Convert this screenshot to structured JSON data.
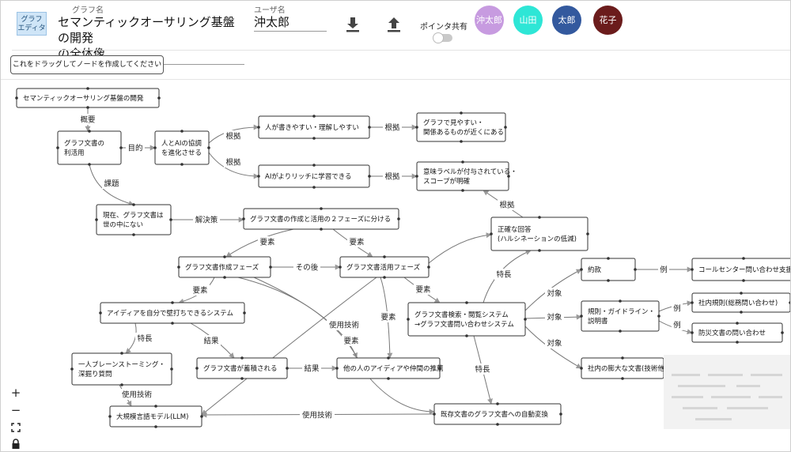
{
  "app": {
    "logo_line1": "グラフ",
    "logo_line2": "エディタ",
    "graph_name_caption": "グラフ名",
    "graph_title_line1": "セマンティックオーサリング基盤の開発",
    "graph_title_line2": "の全体像",
    "user_caption": "ユーザ名",
    "user_name": "沖太郎",
    "download_icon": "download-icon",
    "upload_icon": "upload-icon",
    "pointer_share_label": "ポインタ共有",
    "pointer_share_on": false,
    "drag_button_label": "これをドラッグしてノードを作成してください"
  },
  "users": [
    {
      "name": "沖太郎",
      "color": "#c79be0"
    },
    {
      "name": "山田",
      "color": "#2ee6d6"
    },
    {
      "name": "太郎",
      "color": "#33599e"
    },
    {
      "name": "花子",
      "color": "#6b1c1c"
    }
  ],
  "controls": {
    "zoom_in": "+",
    "zoom_out": "−",
    "fit_icon": "fit-view-icon",
    "lock_icon": "lock-icon"
  },
  "graph": {
    "nodes": [
      {
        "id": "n1",
        "lines": [
          "セマンティックオーサリング基盤の開発"
        ]
      },
      {
        "id": "n2",
        "lines": [
          "グラフ文書の",
          "利活用"
        ]
      },
      {
        "id": "n3",
        "lines": [
          "人とAIの協調",
          "を進化させる"
        ]
      },
      {
        "id": "n4",
        "lines": [
          "人が書きやすい・理解しやすい"
        ]
      },
      {
        "id": "n5",
        "lines": [
          "グラフで見やすい・",
          "関係あるものが近くにある"
        ]
      },
      {
        "id": "n6",
        "lines": [
          "AIがよりリッチに学習できる"
        ]
      },
      {
        "id": "n7",
        "lines": [
          "意味ラベルが付与されている・",
          "スコープが明確"
        ]
      },
      {
        "id": "n8",
        "lines": [
          "現在、グラフ文書は",
          "世の中にない"
        ]
      },
      {
        "id": "n9",
        "lines": [
          "グラフ文書の作成と活用の２フェーズに分ける"
        ]
      },
      {
        "id": "n10",
        "lines": [
          "正確な回答",
          "(ハルシネーションの低減)"
        ]
      },
      {
        "id": "n11",
        "lines": [
          "グラフ文書作成フェーズ"
        ]
      },
      {
        "id": "n12",
        "lines": [
          "グラフ文書活用フェーズ"
        ]
      },
      {
        "id": "n13",
        "lines": [
          "約款"
        ]
      },
      {
        "id": "n14",
        "lines": [
          "コールセンター問い合わせ支援"
        ]
      },
      {
        "id": "n15",
        "lines": [
          "アイディアを自分で壁打ちできるシステム"
        ]
      },
      {
        "id": "n16",
        "lines": [
          "グラフ文書検索・閲覧システム",
          "→グラフ文書問い合わせシステム"
        ]
      },
      {
        "id": "n17",
        "lines": [
          "規則・ガイドライン・",
          "説明書"
        ]
      },
      {
        "id": "n18",
        "lines": [
          "社内規則(総務問い合わせ)"
        ]
      },
      {
        "id": "n19",
        "lines": [
          "防災文書の問い合わせ"
        ]
      },
      {
        "id": "n20",
        "lines": [
          "一人ブレーンストーミング・",
          "深掘り質問"
        ]
      },
      {
        "id": "n21",
        "lines": [
          "グラフ文書が蓄積される"
        ]
      },
      {
        "id": "n22",
        "lines": [
          "他の人のアイディアや仲間の推薦"
        ]
      },
      {
        "id": "n23",
        "lines": [
          "社内の膨大な文書(技術他"
        ]
      },
      {
        "id": "n24",
        "lines": [
          "大規模言語モデル(LLM)"
        ]
      },
      {
        "id": "n25",
        "lines": [
          "既存文書のグラフ文書への自動変換"
        ]
      }
    ],
    "edge_labels": {
      "e1": "概要",
      "e2": "目的",
      "e3": "根拠",
      "e4": "根拠",
      "e5": "根拠",
      "e6": "根拠",
      "e7": "課題",
      "e8": "解決策",
      "e9": "要素",
      "e10": "要素",
      "e11": "根拠",
      "e12": "その後",
      "e13": "要素",
      "e14": "要素",
      "e15": "要素",
      "e16": "使用技術",
      "e17": "特長",
      "e18": "対象",
      "e19": "対象",
      "e20": "対象",
      "e21": "例",
      "e22": "例",
      "e23": "例",
      "e24": "特長",
      "e25": "結果",
      "e26": "結果",
      "e27": "要素",
      "e28": "特長",
      "e29": "使用技術",
      "e30": "使用技術"
    }
  }
}
